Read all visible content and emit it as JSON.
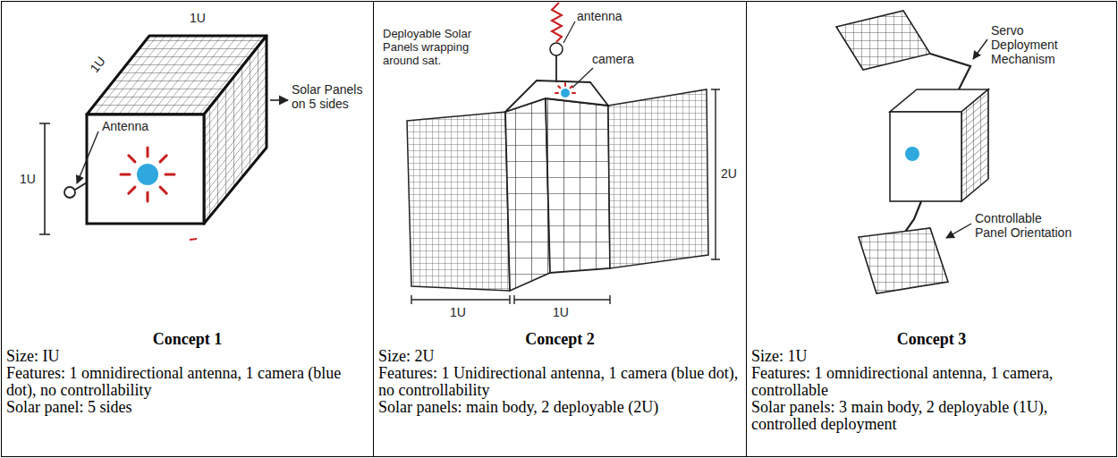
{
  "diagram": {
    "nodes": [
      {
        "text": [
          "Concept 1",
          "Size: IU",
          "Features: 1 omnidirectional antenna, 1 camera (blue dot), no controllability",
          "Solar panel: 5 sides"
        ]
      },
      {
        "text": [
          "Concept 2",
          "Size: 2U",
          "Features: 1 Unidirectional antenna, 1 camera (blue dot), no controllability",
          "Solar panels: main body, 2 deployable (2U)"
        ]
      },
      {
        "text": [
          "Concept 3",
          "Size: 1U",
          "Features: 1 omnidirectional antenna, 1 camera, controllable",
          "Solar panels: 3 main body, 2 deployable (1U), controlled deployment"
        ]
      }
    ],
    "labels": [
      "1U",
      "1U",
      "1U",
      "Antenna",
      "Solar Panels on 5 sides",
      "Deployable Solar Panels wrapping around sat.",
      "antenna",
      "camera",
      "2U",
      "1U",
      "1U",
      "Servo Deployment Mechanism",
      "Controllable Panel Orientation"
    ]
  }
}
